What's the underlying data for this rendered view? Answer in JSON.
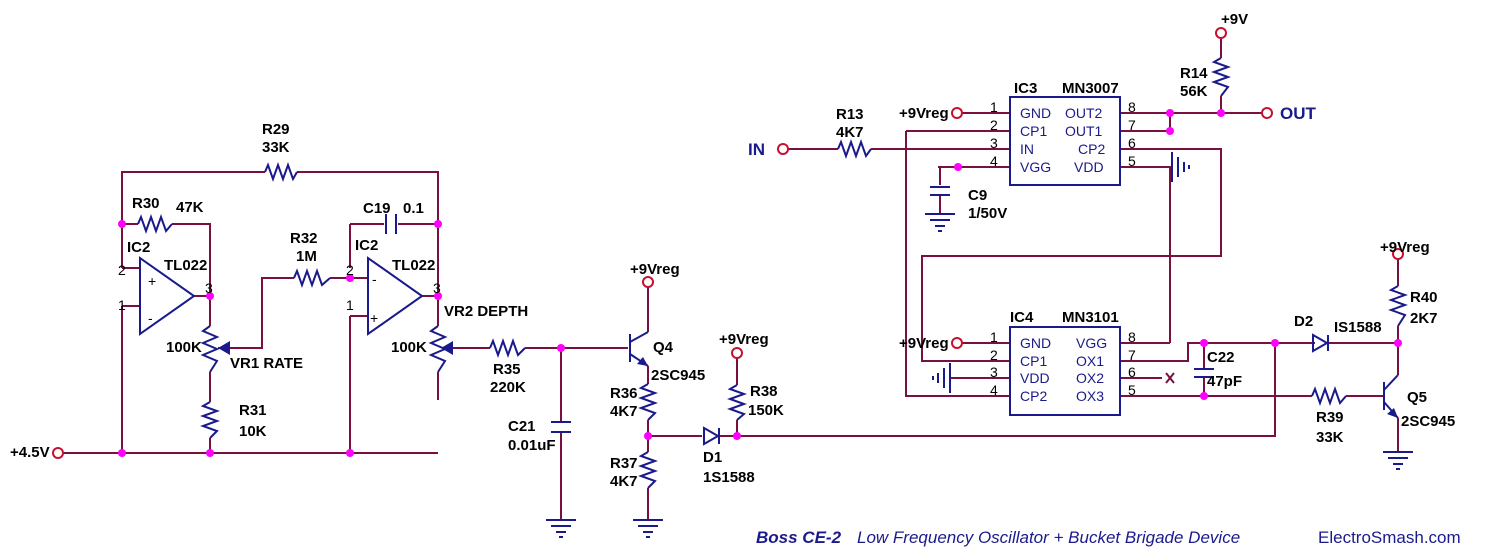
{
  "components": {
    "r29": {
      "ref": "R29",
      "value": "33K"
    },
    "r30": {
      "ref": "R30",
      "value": "47K"
    },
    "ic2a": {
      "ref": "IC2",
      "part": "TL022",
      "pin_pos": "+",
      "pin_neg": "-",
      "pin_a": "2",
      "pin_b": "1",
      "pin_out": "3"
    },
    "ic2b": {
      "ref": "IC2",
      "part": "TL022",
      "pin_pos": "+",
      "pin_neg": "-",
      "pin_a": "2",
      "pin_b": "1",
      "pin_out": "3"
    },
    "r32": {
      "ref": "R32",
      "value": "1M"
    },
    "c19": {
      "ref": "C19",
      "value": "0.1"
    },
    "vr1": {
      "value": "100K",
      "name": "VR1 RATE"
    },
    "vr2": {
      "value": "100K",
      "name": "VR2 DEPTH"
    },
    "r31": {
      "ref": "R31",
      "value": "10K"
    },
    "r35": {
      "ref": "R35",
      "value": "220K"
    },
    "c21": {
      "ref": "C21",
      "value": "0.01uF"
    },
    "q4": {
      "ref": "Q4",
      "part": "2SC945"
    },
    "r36": {
      "ref": "R36",
      "value": "4K7"
    },
    "r37": {
      "ref": "R37",
      "value": "4K7"
    },
    "r38": {
      "ref": "R38",
      "value": "150K"
    },
    "d1": {
      "ref": "D1",
      "part": "1S1588"
    },
    "r13": {
      "ref": "R13",
      "value": "4K7"
    },
    "r14": {
      "ref": "R14",
      "value": "56K"
    },
    "c9": {
      "ref": "C9",
      "value": "1/50V"
    },
    "c22": {
      "ref": "C22",
      "value": "47pF"
    },
    "d2": {
      "ref": "D2",
      "part": "IS1588"
    },
    "r39": {
      "ref": "R39",
      "value": "33K"
    },
    "r40": {
      "ref": "R40",
      "value": "2K7"
    },
    "q5": {
      "ref": "Q5",
      "part": "2SC945"
    }
  },
  "ic3": {
    "ref": "IC3",
    "part": "MN3007",
    "left_pins": [
      {
        "num": "1",
        "name": "GND"
      },
      {
        "num": "2",
        "name": "CP1"
      },
      {
        "num": "3",
        "name": "IN"
      },
      {
        "num": "4",
        "name": "VGG"
      }
    ],
    "right_pins": [
      {
        "num": "8",
        "name": "OUT2"
      },
      {
        "num": "7",
        "name": "OUT1"
      },
      {
        "num": "6",
        "name": "CP2"
      },
      {
        "num": "5",
        "name": "VDD"
      }
    ]
  },
  "ic4": {
    "ref": "IC4",
    "part": "MN3101",
    "left_pins": [
      {
        "num": "1",
        "name": "GND"
      },
      {
        "num": "2",
        "name": "CP1"
      },
      {
        "num": "3",
        "name": "VDD"
      },
      {
        "num": "4",
        "name": "CP2"
      }
    ],
    "right_pins": [
      {
        "num": "8",
        "name": "VGG"
      },
      {
        "num": "7",
        "name": "OX1"
      },
      {
        "num": "6",
        "name": "OX2"
      },
      {
        "num": "5",
        "name": "OX3"
      }
    ]
  },
  "rails": {
    "vreg": "+9Vreg",
    "v9": "+9V",
    "v45": "+4.5V",
    "input": "IN",
    "output": "OUT"
  },
  "footer": {
    "model": "Boss CE-2",
    "description": "Low Frequency Oscillator + Bucket Brigade Device",
    "site": "ElectroSmash.com"
  },
  "colors": {
    "wire": "#7a1040",
    "component": "#1a1a8c",
    "junction": "#ff00ff",
    "terminal": "#c8102e"
  }
}
